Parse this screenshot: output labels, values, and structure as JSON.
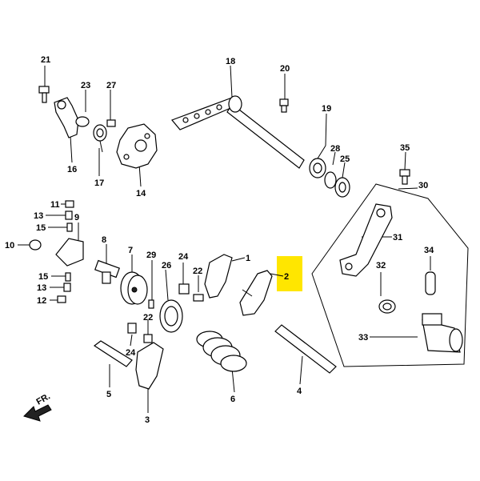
{
  "diagram": {
    "highlight_color": "#ffe600",
    "highlighted_label": "2",
    "direction_label": "FR.",
    "callouts": {
      "c1": "1",
      "c2": "2",
      "c3": "3",
      "c4": "4",
      "c5": "5",
      "c6": "6",
      "c7": "7",
      "c8": "8",
      "c9": "9",
      "c10": "10",
      "c11": "11",
      "c12": "12",
      "c13a": "13",
      "c13b": "13",
      "c14": "14",
      "c15a": "15",
      "c15b": "15",
      "c16": "16",
      "c17": "17",
      "c18": "18",
      "c19": "19",
      "c20": "20",
      "c21": "21",
      "c22a": "22",
      "c22b": "22",
      "c23": "23",
      "c24a": "24",
      "c24b": "24",
      "c25": "25",
      "c26": "26",
      "c27": "27",
      "c28": "28",
      "c29": "29",
      "c30": "30",
      "c31": "31",
      "c32": "32",
      "c33": "33",
      "c34": "34",
      "c35": "35"
    }
  }
}
